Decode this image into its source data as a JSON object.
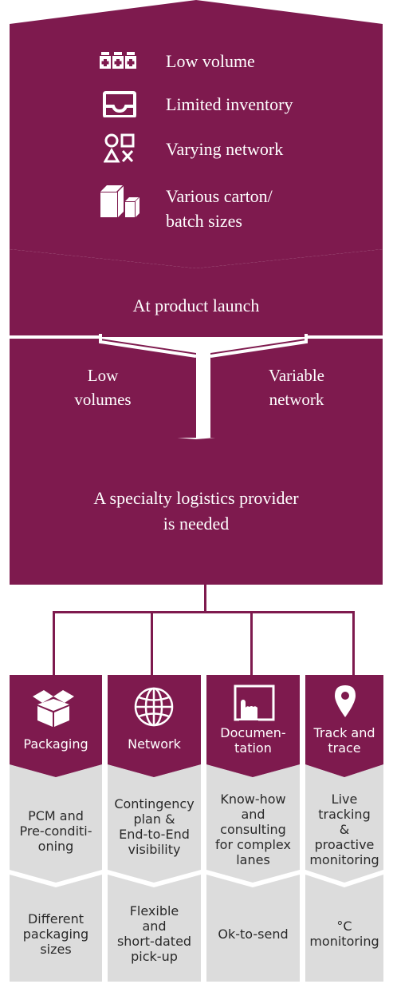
{
  "top_block": {
    "features": [
      {
        "icon": "medicine-bottles-icon",
        "label": "Low volume"
      },
      {
        "icon": "inventory-tray-icon",
        "label": "Limited inventory"
      },
      {
        "icon": "network-shapes-icon",
        "label": "Varying network"
      },
      {
        "icon": "cartons-icon",
        "label_line1": "Various carton/",
        "label_line2": "batch sizes"
      }
    ]
  },
  "launch": {
    "title": "At product launch"
  },
  "split": {
    "left_line1": "Low",
    "left_line2": "volumes",
    "right_line1": "Variable",
    "right_line2": "network"
  },
  "needed": {
    "line1": "A specialty logistics provider",
    "line2": "is needed"
  },
  "columns": [
    {
      "icon": "box-icon",
      "title": "Packaging",
      "row1": [
        "PCM and",
        "Pre-conditi-",
        "oning"
      ],
      "row2": [
        "Different",
        "packaging",
        "sizes"
      ]
    },
    {
      "icon": "globe-icon",
      "title": "Network",
      "row1": [
        "Contingency",
        "plan &",
        "End-to-End",
        "visibility"
      ],
      "row2": [
        "Flexible",
        "and",
        "short-dated",
        "pick-up"
      ]
    },
    {
      "icon": "tablet-touch-icon",
      "title_line1": "Documen-",
      "title_line2": "tation",
      "row1": [
        "Know-how",
        "and",
        "consulting",
        "for complex",
        "lanes"
      ],
      "row2": [
        "Ok-to-send"
      ]
    },
    {
      "icon": "location-pin-icon",
      "title_line1": "Track and",
      "title_line2": "trace",
      "row1": [
        "Live",
        "tracking",
        "&",
        "proactive",
        "monitoring"
      ],
      "row2": [
        "°C",
        "monitoring"
      ]
    }
  ],
  "colors": {
    "brand": "#7e1a4e",
    "gray": "#dcdcdc"
  }
}
